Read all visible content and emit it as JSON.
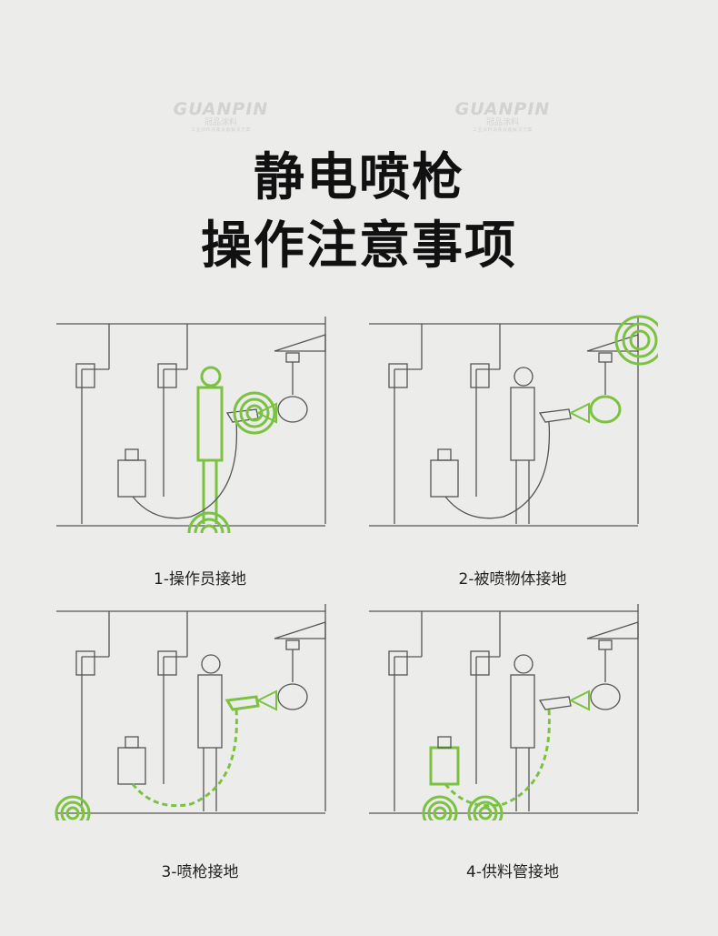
{
  "title": {
    "line1": "静电喷枪",
    "line2": "操作注意事项"
  },
  "watermark": {
    "brand": "GUANPIN",
    "cn": "冠品涂料",
    "sub": "工业涂料涂装设备解决方案"
  },
  "panels": [
    {
      "caption": "1-操作员接地",
      "grounded": "operator"
    },
    {
      "caption": "2-被喷物体接地",
      "grounded": "workpiece"
    },
    {
      "caption": "3-喷枪接地",
      "grounded": "spray-gun"
    },
    {
      "caption": "4-供料管接地",
      "grounded": "supply-hose"
    }
  ],
  "colors": {
    "background": "#ececeb",
    "line": "#555555",
    "highlight": "#7cc241",
    "title": "#111111"
  }
}
